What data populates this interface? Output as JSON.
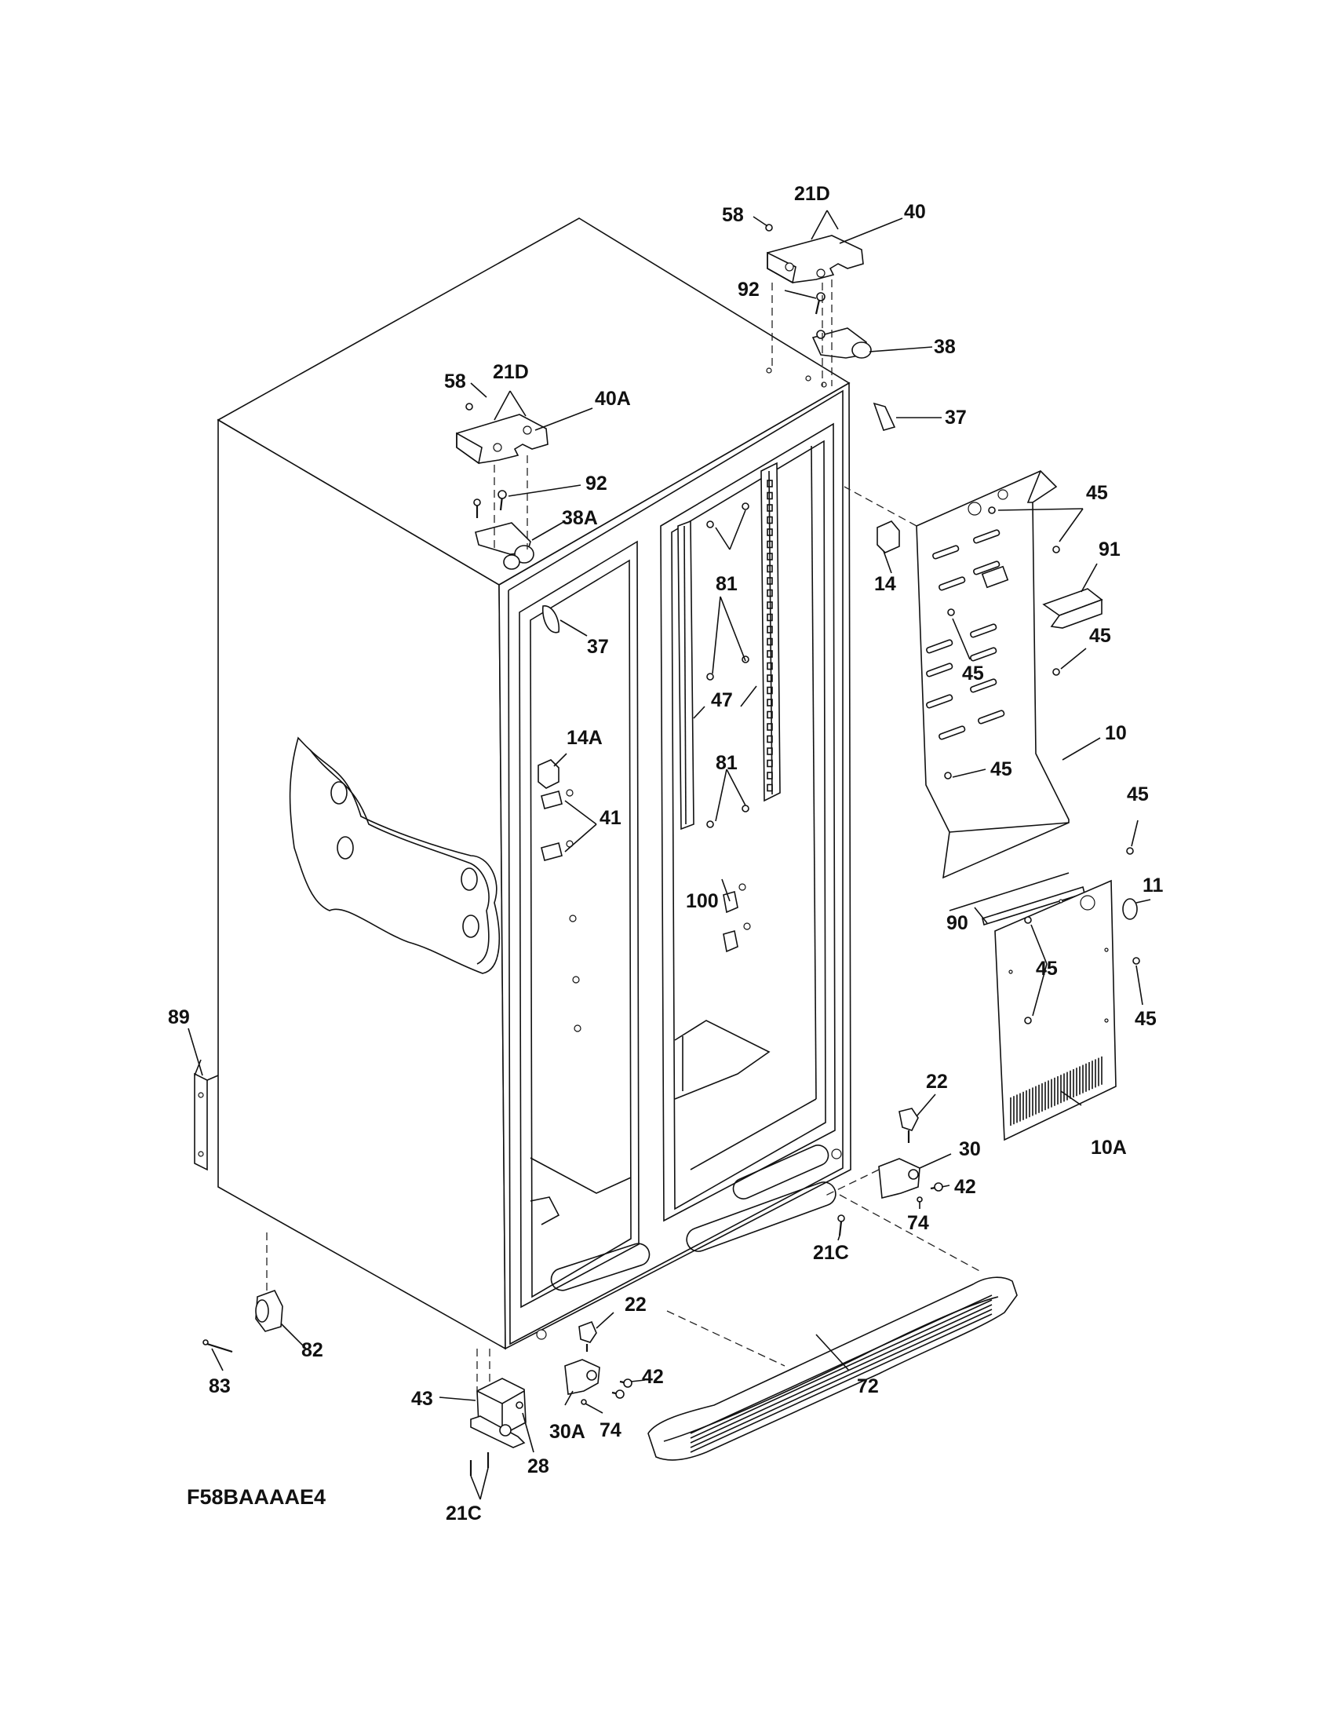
{
  "diagram_code": "F58BAAAAE4",
  "callouts": [
    {
      "id": "c-21d-top",
      "text": "21D"
    },
    {
      "id": "c-58-top",
      "text": "58"
    },
    {
      "id": "c-40",
      "text": "40"
    },
    {
      "id": "c-92-top",
      "text": "92"
    },
    {
      "id": "c-38",
      "text": "38"
    },
    {
      "id": "c-37-top",
      "text": "37"
    },
    {
      "id": "c-58-left",
      "text": "58"
    },
    {
      "id": "c-21d-left",
      "text": "21D"
    },
    {
      "id": "c-40a",
      "text": "40A"
    },
    {
      "id": "c-92-left",
      "text": "92"
    },
    {
      "id": "c-38a",
      "text": "38A"
    },
    {
      "id": "c-37-left",
      "text": "37"
    },
    {
      "id": "c-45-a",
      "text": "45"
    },
    {
      "id": "c-91",
      "text": "91"
    },
    {
      "id": "c-14",
      "text": "14"
    },
    {
      "id": "c-45-b",
      "text": "45"
    },
    {
      "id": "c-45-c",
      "text": "45"
    },
    {
      "id": "c-81-a",
      "text": "81"
    },
    {
      "id": "c-47",
      "text": "47"
    },
    {
      "id": "c-14a",
      "text": "14A"
    },
    {
      "id": "c-10",
      "text": "10"
    },
    {
      "id": "c-45-d",
      "text": "45"
    },
    {
      "id": "c-45-e",
      "text": "45"
    },
    {
      "id": "c-81-b",
      "text": "81"
    },
    {
      "id": "c-41",
      "text": "41"
    },
    {
      "id": "c-11",
      "text": "11"
    },
    {
      "id": "c-100",
      "text": "100"
    },
    {
      "id": "c-90",
      "text": "90"
    },
    {
      "id": "c-45-f",
      "text": "45"
    },
    {
      "id": "c-45-g",
      "text": "45"
    },
    {
      "id": "c-89",
      "text": "89"
    },
    {
      "id": "c-22-r",
      "text": "22"
    },
    {
      "id": "c-30",
      "text": "30"
    },
    {
      "id": "c-10a",
      "text": "10A"
    },
    {
      "id": "c-42-r",
      "text": "42"
    },
    {
      "id": "c-74-r",
      "text": "74"
    },
    {
      "id": "c-21c-r",
      "text": "21C"
    },
    {
      "id": "c-22-l",
      "text": "22"
    },
    {
      "id": "c-82",
      "text": "82"
    },
    {
      "id": "c-42-l",
      "text": "42"
    },
    {
      "id": "c-72",
      "text": "72"
    },
    {
      "id": "c-83",
      "text": "83"
    },
    {
      "id": "c-43",
      "text": "43"
    },
    {
      "id": "c-30a",
      "text": "30A"
    },
    {
      "id": "c-74-l",
      "text": "74"
    },
    {
      "id": "c-28",
      "text": "28"
    },
    {
      "id": "c-21c-b",
      "text": "21C"
    }
  ]
}
